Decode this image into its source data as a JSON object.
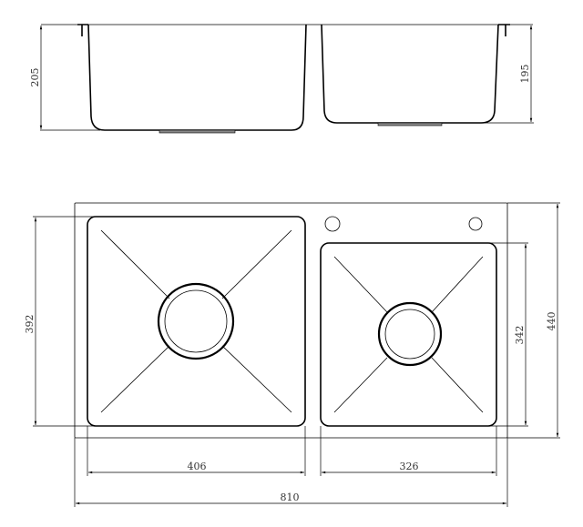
{
  "drawing": {
    "side_view": {
      "left_depth": "205",
      "right_depth": "195"
    },
    "top_view": {
      "left_bowl_height": "392",
      "overall_depth": "440",
      "right_bowl_height": "342",
      "left_bowl_width": "406",
      "right_bowl_width": "326",
      "overall_width": "810"
    }
  }
}
